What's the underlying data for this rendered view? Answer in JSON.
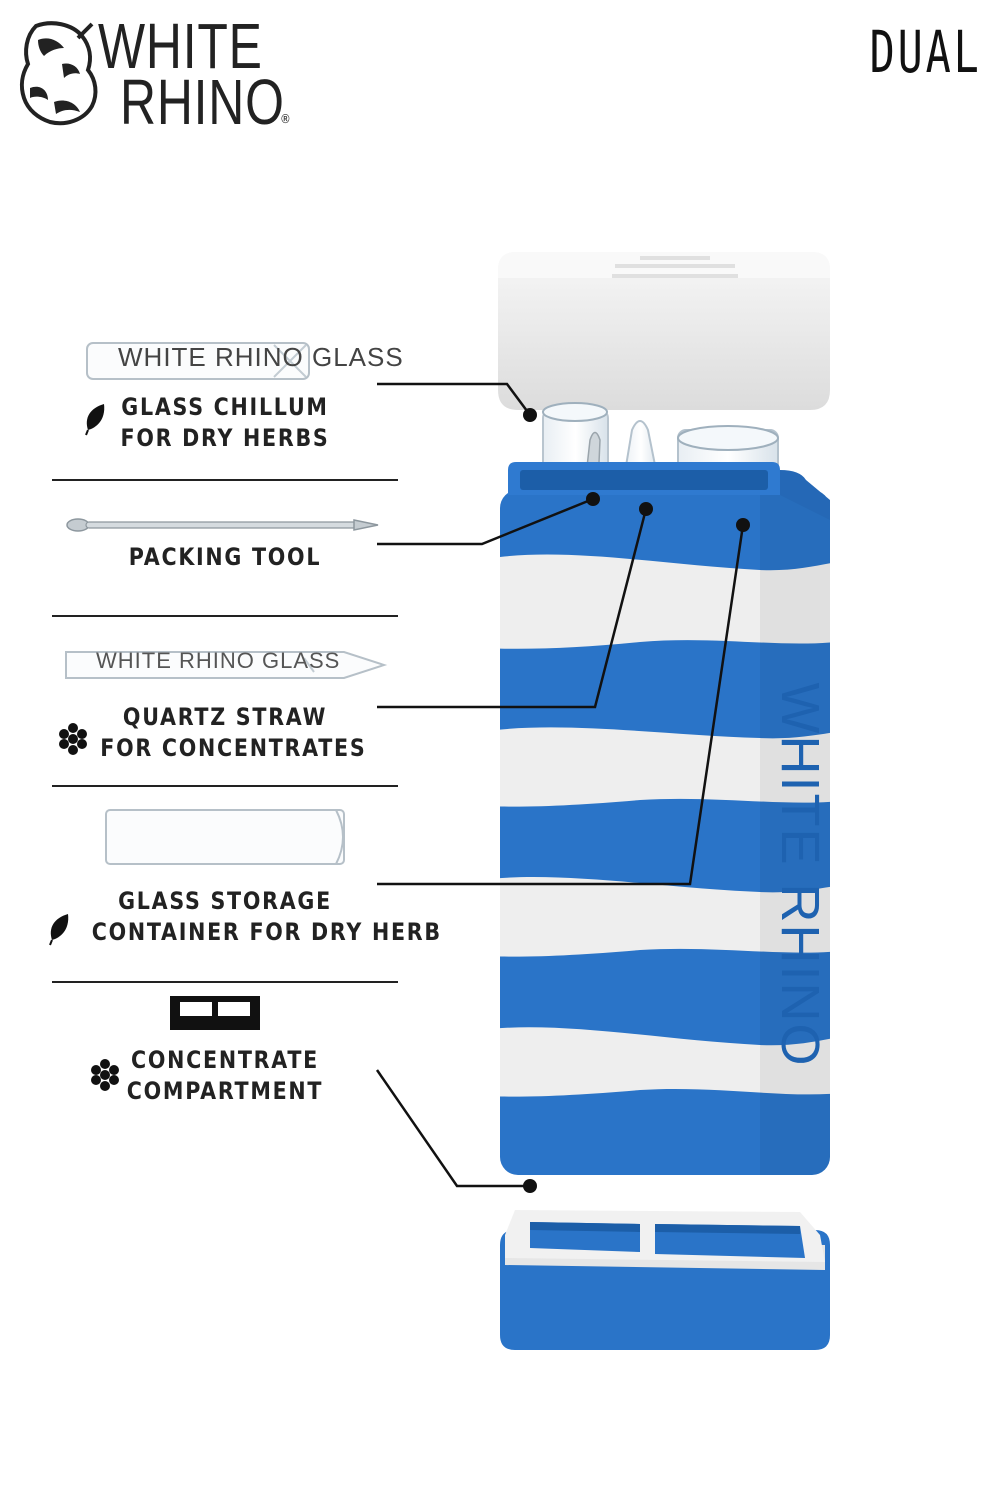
{
  "brand": {
    "line1": "WHITE",
    "line2": "RHINO",
    "registered": "®"
  },
  "product_name": "DUAL",
  "items": [
    {
      "line1": "GLASS CHILLUM",
      "line2": "FOR DRY HERBS",
      "icon": "leaf-icon",
      "product_text": "WHITE RHINO GLASS"
    },
    {
      "line1": "PACKING TOOL",
      "line2": ""
    },
    {
      "line1": "QUARTZ STRAW",
      "line2": "FOR CONCENTRATES",
      "icon": "honeycomb-icon",
      "product_text": "WHITE RHINO GLASS"
    },
    {
      "line1": "GLASS STORAGE",
      "line2": "CONTAINER FOR DRY HERB",
      "icon": "leaf-icon"
    },
    {
      "line1": "CONCENTRATE",
      "line2": "COMPARTMENT",
      "icon": "honeycomb-icon"
    }
  ],
  "case_emboss": "WHITE RHINO",
  "colors": {
    "blue": "#2a74c8",
    "white_stripe": "#eeeeee",
    "lid": "#f3f3f3",
    "line": "#111111"
  }
}
